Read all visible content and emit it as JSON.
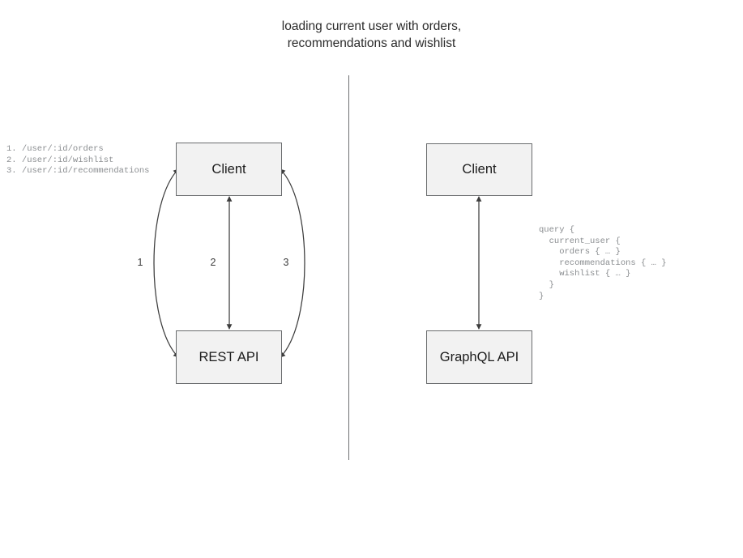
{
  "title": "loading current user with orders,\nrecommendations and wishlist",
  "divider": {
    "name": "vertical-divider"
  },
  "rest_side": {
    "client_label": "Client",
    "api_label": "REST API",
    "edges": [
      {
        "id": "1",
        "label": "1",
        "shape": "curve-left",
        "direction": "bidirectional"
      },
      {
        "id": "2",
        "label": "2",
        "shape": "straight",
        "direction": "bidirectional"
      },
      {
        "id": "3",
        "label": "3",
        "shape": "curve-right",
        "direction": "bidirectional"
      }
    ],
    "endpoints": "1. /user/:id/orders\n2. /user/:id/wishlist\n3. /user/:id/recommendations"
  },
  "graphql_side": {
    "client_label": "Client",
    "api_label": "GraphQL API",
    "edge": {
      "id": "gql",
      "shape": "straight",
      "direction": "bidirectional"
    },
    "query": "query {\n  current_user {\n    orders { … }\n    recommendations { … }\n    wishlist { … }\n  }\n}"
  },
  "colors": {
    "box_fill": "#f2f2f2",
    "box_border": "#6a6c6e",
    "edge_stroke": "#3c3c3c",
    "divider": "#6e7072",
    "code_text": "#8a8d90",
    "title_text": "#2b2b2b"
  }
}
